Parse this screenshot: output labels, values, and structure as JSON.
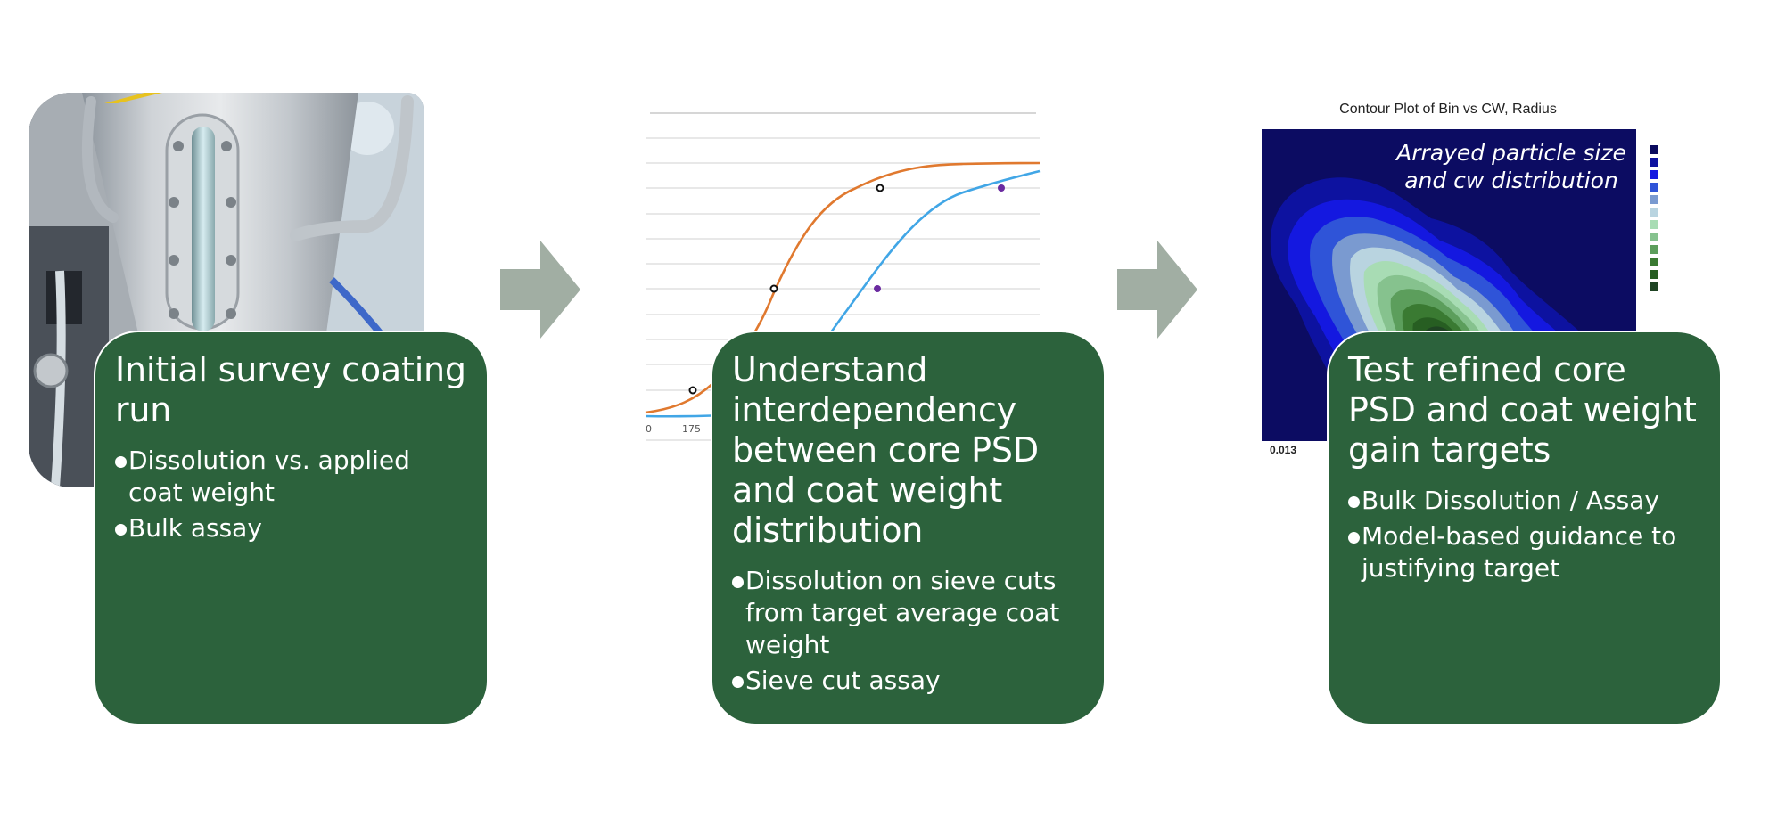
{
  "steps": [
    {
      "title": "Initial survey coating run",
      "bullets": [
        "Dissolution vs. applied coat weight",
        "Bulk assay"
      ]
    },
    {
      "title": "Understand interdependency between core PSD and coat weight distribution",
      "bullets": [
        "Dissolution on sieve cuts from target average coat weight",
        "Sieve cut assay"
      ]
    },
    {
      "title": "Test refined core PSD and coat weight gain targets",
      "bullets": [
        "Bulk Dissolution / Assay",
        "Model-based guidance to justifying target"
      ]
    }
  ],
  "icons": {
    "photo": "coating-equipment-photo",
    "arrow": "right-arrow-icon",
    "bullet": "bullet-dot-icon"
  },
  "colors": {
    "box_green": "#2c623c",
    "arrow_gray": "#a1aea3",
    "curve_orange": "#e0792f",
    "curve_blue": "#41a6e6",
    "contour_bg": "#0c0c62"
  },
  "line_chart": {
    "x_tick_labels": [
      "0",
      "175"
    ],
    "series": [
      {
        "name": "orange-curve",
        "color": "#e0792f",
        "marker": "open-circle"
      },
      {
        "name": "blue-curve",
        "color": "#41a6e6",
        "marker": "purple-dot"
      }
    ]
  },
  "contour": {
    "title": "Contour Plot of Bin vs CW, Radius",
    "annotation": "Arrayed particle size and cw distribution",
    "x_tick": "0.013",
    "legend_colors": [
      "#0a0a5e",
      "#0d12a0",
      "#1418e0",
      "#2f54d8",
      "#7a9ad0",
      "#b9d4e0",
      "#a8dcb4",
      "#86c28e",
      "#5c9e5c",
      "#3a7a32",
      "#275e22",
      "#1f4423"
    ]
  }
}
